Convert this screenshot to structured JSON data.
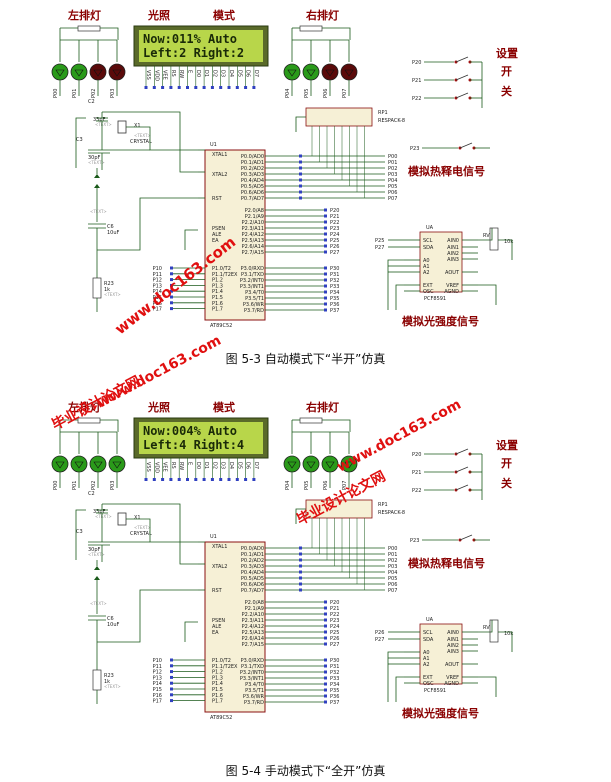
{
  "panels": [
    {
      "left_title": "左排灯",
      "light_title": "光照",
      "mode_title": "模式",
      "right_title": "右排灯",
      "lcd_line1": "Now:011%   Auto",
      "lcd_line2": "Left:2  Right:2",
      "switch_title": "设置开关",
      "heat_title": "模拟热释电信号",
      "light_sig_title": "模拟光强度信号",
      "mcu_ref": "U1",
      "mcu_part": "AT89C52",
      "crystal_ref": "X1",
      "crystal_part": "CRYSTAL",
      "c2": "C2",
      "c2_val": "33pF",
      "c3": "C3",
      "c3_val": "30pF",
      "c6": "C6",
      "c6_val": "10uF",
      "r23": "R23",
      "r23_val": "1k",
      "rp1": "RP1",
      "rp1_part": "RESPACK-8",
      "adc_ref": "UA",
      "adc_part": "PCF8591",
      "rv": "RV",
      "rv_val": "10k",
      "caption": "图 5-3 自动模式下“半开”仿真",
      "led_colors": [
        "#2a9a1a",
        "#2a9a1a",
        "#5a0a0a",
        "#5a0a0a"
      ],
      "right_led_colors": [
        "#2a9a1a",
        "#2a9a1a",
        "#5a0a0a",
        "#5a0a0a"
      ],
      "watermark": "www.doc163.com"
    },
    {
      "left_title": "左排灯",
      "light_title": "光照",
      "mode_title": "模式",
      "right_title": "右排灯",
      "lcd_line1": "Now:004%   Auto",
      "lcd_line2": "Left:4  Right:4",
      "switch_title": "设置开关",
      "heat_title": "模拟热释电信号",
      "light_sig_title": "模拟光强度信号",
      "mcu_ref": "U1",
      "mcu_part": "AT89C52",
      "crystal_ref": "X1",
      "crystal_part": "CRYSTAL",
      "c2": "C2",
      "c2_val": "33pF",
      "c3": "C3",
      "c3_val": "30pF",
      "c6": "C6",
      "c6_val": "10uF",
      "r23": "R23",
      "r23_val": "1k",
      "rp1": "RP1",
      "rp1_part": "RESPACK-8",
      "adc_ref": "UA",
      "adc_part": "PCF8591",
      "rv": "RV",
      "rv_val": "10k",
      "caption": "图 5-4 手动模式下“全开”仿真",
      "led_colors": [
        "#2a9a1a",
        "#2a9a1a",
        "#2a9a1a",
        "#2a9a1a"
      ],
      "right_led_colors": [
        "#2a9a1a",
        "#2a9a1a",
        "#2a9a1a",
        "#2a9a1a"
      ],
      "watermark": "www.doc163.com",
      "watermark_cn": "毕业设计论文网"
    }
  ],
  "mcu_pins": {
    "xtal1": "XTAL1",
    "xtal2": "XTAL2",
    "rst": "RST",
    "psen": "PSEN",
    "ale": "ALE",
    "ea": "EA",
    "p0": [
      "P0.0/AD0",
      "P0.1/AD1",
      "P0.2/AD2",
      "P0.3/AD3",
      "P0.4/AD4",
      "P0.5/AD5",
      "P0.6/AD6",
      "P0.7/AD7"
    ],
    "p2": [
      "P2.0/A8",
      "P2.1/A9",
      "P2.2/A10",
      "P2.3/A11",
      "P2.4/A12",
      "P2.5/A13",
      "P2.6/A14",
      "P2.7/A15"
    ],
    "p1": [
      "P1.0/T2",
      "P1.1/T2EX",
      "P1.2",
      "P1.3",
      "P1.4",
      "P1.5",
      "P1.6",
      "P1.7"
    ],
    "p3": [
      "P3.0/RXD",
      "P3.1/TXD",
      "P3.2/INT0",
      "P3.3/INT1",
      "P3.4/T0",
      "P3.5/T1",
      "P3.6/WR",
      "P3.7/RD"
    ]
  },
  "nets": {
    "p0": [
      "P00",
      "P01",
      "P02",
      "P03",
      "P04",
      "P05",
      "P06",
      "P07"
    ],
    "p2": [
      "P20",
      "P21",
      "P22",
      "P23",
      "P24",
      "P25",
      "P26",
      "P27"
    ],
    "p1": [
      "P10",
      "P11",
      "P12",
      "P13",
      "P14",
      "P15",
      "P16",
      "P17"
    ],
    "p3": [
      "P30",
      "P31",
      "P32",
      "P33",
      "P34",
      "P35",
      "P36",
      "P37"
    ],
    "left_leds": [
      "P00",
      "P01",
      "P02",
      "P03"
    ],
    "right_leds": [
      "P04",
      "P05",
      "P06",
      "P07"
    ],
    "switches": [
      "P20",
      "P21",
      "P22"
    ],
    "heat": "P23",
    "adc_in": [
      "P25",
      "P27"
    ],
    "adc_in2": [
      "P26",
      "P27"
    ]
  },
  "adc_pins": {
    "left": [
      "SCL",
      "SDA",
      "A0",
      "A1",
      "A2",
      "EXT",
      "OSC"
    ],
    "right": [
      "AIN0",
      "AIN1",
      "AIN2",
      "AIN3",
      "AOUT",
      "VREF",
      "AGND"
    ]
  },
  "lcd_pins": [
    "VSS",
    "VDD",
    "VEE",
    "RS",
    "RW",
    "E",
    "D0",
    "D1",
    "D2",
    "D3",
    "D4",
    "D5",
    "D6",
    "D7"
  ],
  "text_tag": "<TEXT>"
}
